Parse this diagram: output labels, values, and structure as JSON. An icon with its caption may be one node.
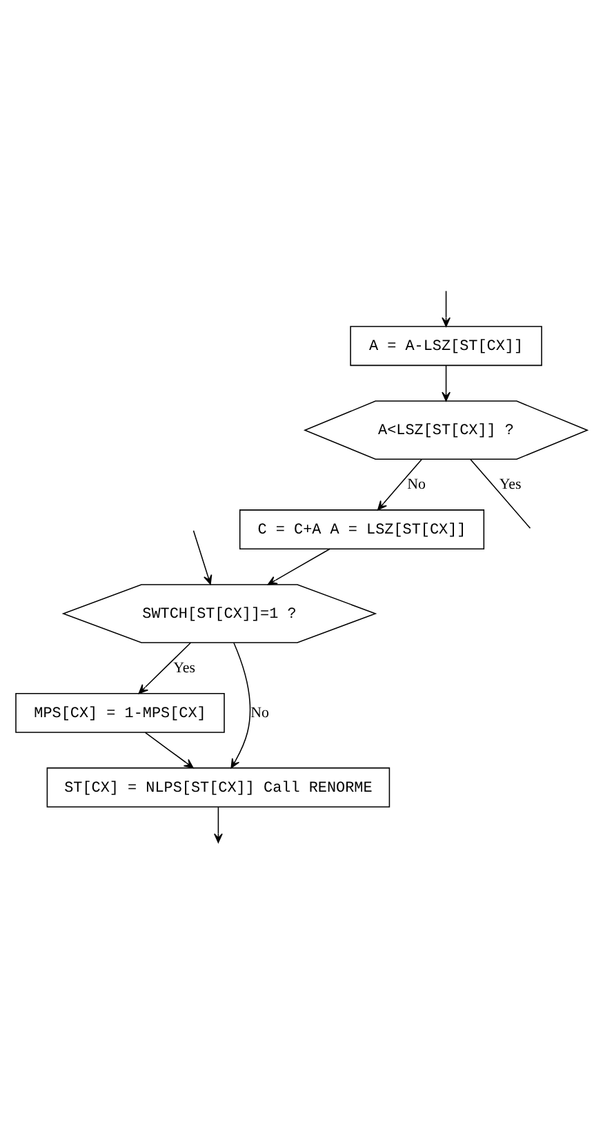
{
  "diagram": {
    "nodes": [
      {
        "text": [
          "A = A-LSZ[ST[CX]]"
        ]
      },
      {
        "text": [
          "A<LSZ[ST[CX]] ?"
        ]
      },
      {
        "text": [
          "C = C+A A = LSZ[ST[CX]]"
        ]
      },
      {
        "text": [
          "SWTCH[ST[CX]]=1 ?"
        ]
      },
      {
        "text": [
          "MPS[CX] = 1-MPS[CX]"
        ]
      },
      {
        "text": [
          "ST[CX] = NLPS[ST[CX]] Call RENORME"
        ]
      }
    ],
    "edges": [
      {
        "from": null,
        "to": 0,
        "arrow": "to"
      },
      {
        "from": 0,
        "to": 1,
        "arrow": "to"
      },
      {
        "from": 1,
        "to": null,
        "arrow": "none",
        "label": "Yes"
      },
      {
        "from": 1,
        "to": 2,
        "arrow": "to",
        "label": "No"
      },
      {
        "from": 2,
        "to": 3,
        "arrow": "to"
      },
      {
        "from": null,
        "to": 3,
        "arrow": "to"
      },
      {
        "from": 3,
        "to": 4,
        "arrow": "to",
        "label": "Yes"
      },
      {
        "from": 3,
        "to": 5,
        "arrow": "to",
        "label": "No"
      },
      {
        "from": 4,
        "to": 5,
        "arrow": "to"
      },
      {
        "from": 5,
        "to": null,
        "arrow": "to"
      }
    ]
  }
}
